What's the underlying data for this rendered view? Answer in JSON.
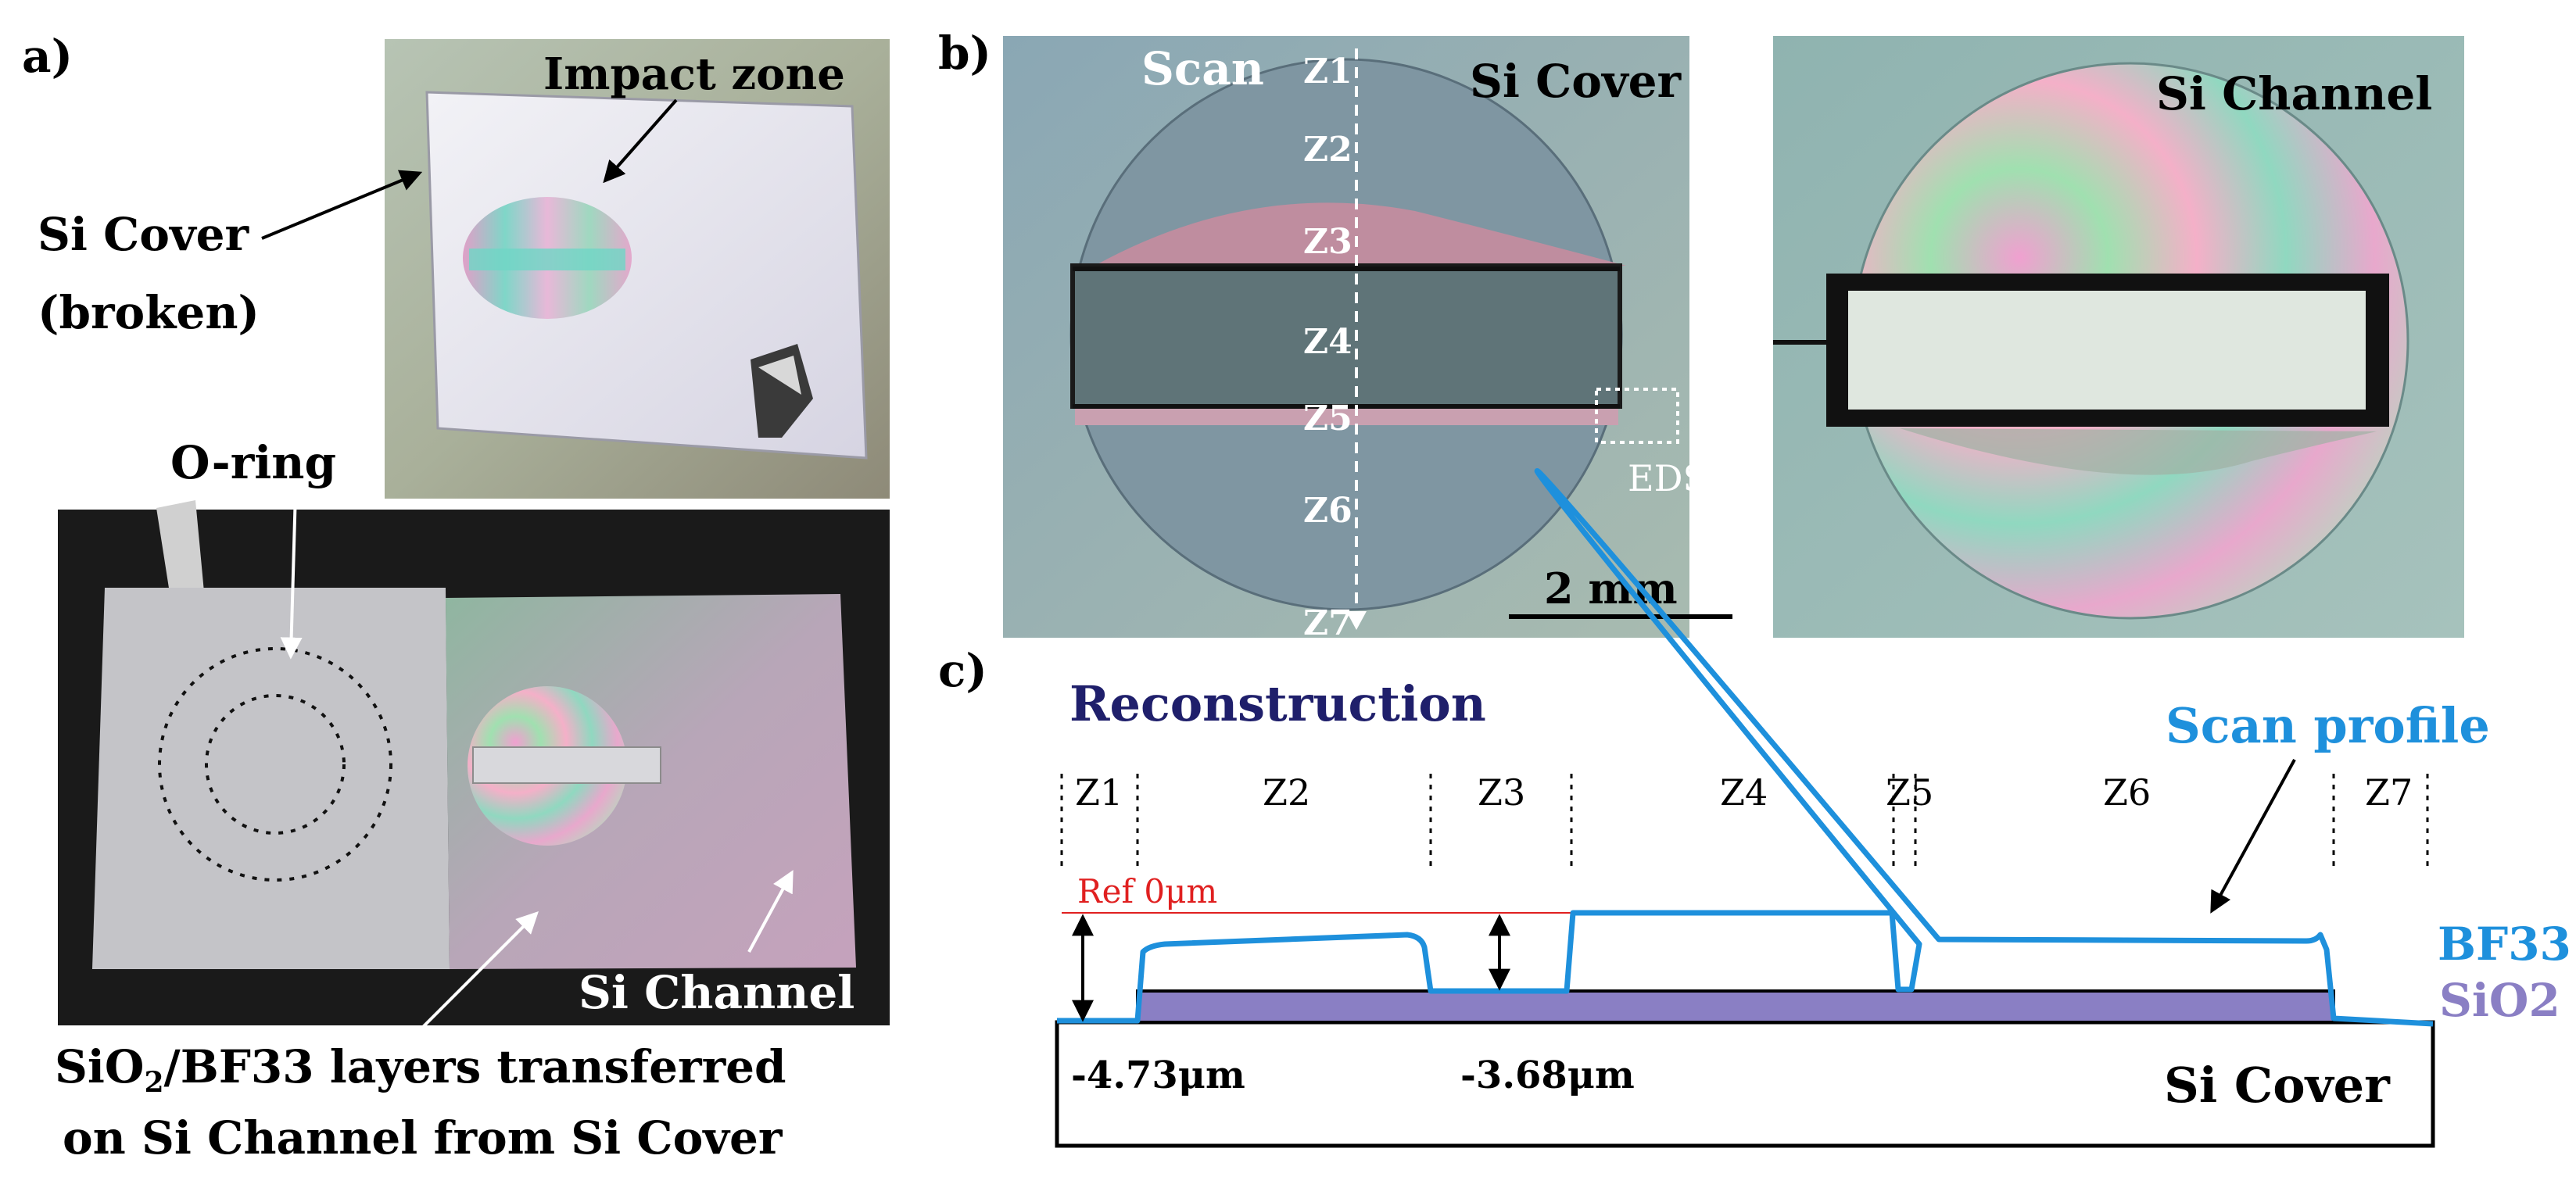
{
  "panel_a": {
    "label": "a)",
    "impact_zone": "Impact zone",
    "si_cover_line1": "Si Cover",
    "si_cover_line2": "(broken)",
    "o_ring": "O-ring",
    "si_channel": "Si Channel",
    "caption_line1_pre": "SiO",
    "caption_line1_sub": "2",
    "caption_line1_post": "/BF33 layers transferred",
    "caption_line2": "on Si Channel from Si Cover"
  },
  "panel_b": {
    "label": "b)",
    "scan": "Scan",
    "si_cover": "Si Cover",
    "zones": [
      "Z1",
      "Z2",
      "Z3",
      "Z4",
      "Z5",
      "Z6",
      "Z7"
    ],
    "eds": "EDS",
    "scale_bar": "2 mm",
    "si_channel": "Si Channel"
  },
  "panel_c": {
    "label": "c)",
    "reconstruction": "Reconstruction",
    "scan_profile": "Scan profile",
    "zones": [
      "Z1",
      "Z2",
      "Z3",
      "Z4",
      "Z5",
      "Z6",
      "Z7"
    ],
    "ref": "Ref 0μm",
    "depth1": "-4.73μm",
    "depth2": "-3.68μm",
    "bf33": "BF33",
    "sio2": "SiO2",
    "si_cover": "Si Cover",
    "colors": {
      "scan_profile": "#1e90dc",
      "reconstruction": "#1f1f6b",
      "ref_line": "#e02020",
      "sio2_fill": "#8a7fc4"
    }
  }
}
